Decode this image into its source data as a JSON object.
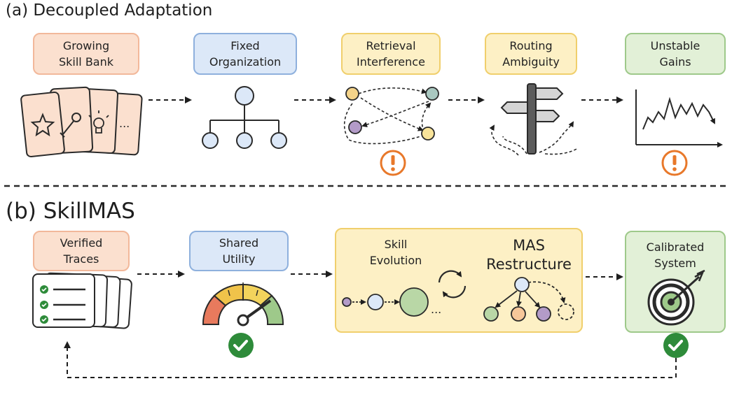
{
  "section_a": {
    "title": "(a) Decoupled Adaptation",
    "steps": [
      {
        "line1": "Growing",
        "line2": "Skill Bank"
      },
      {
        "line1": "Fixed",
        "line2": "Organization"
      },
      {
        "line1": "Retrieval",
        "line2": "Interference"
      },
      {
        "line1": "Routing",
        "line2": "Ambiguity"
      },
      {
        "line1": "Unstable",
        "line2": "Gains"
      }
    ],
    "ellipsis": "..."
  },
  "section_b": {
    "title": "(b) SkillMAS",
    "steps": [
      {
        "line1": "Verified",
        "line2": "Traces"
      },
      {
        "line1": "Shared",
        "line2": "Utility"
      },
      {
        "line1": "Calibrated",
        "line2": "System"
      }
    ],
    "evolution": {
      "line1": "Skill",
      "line2": "Evolution"
    },
    "restructure": {
      "line1": "MAS",
      "line2": "Restructure"
    },
    "ellipsis": "..."
  },
  "colors": {
    "orange": "#fbe0cf",
    "blue": "#dce8f8",
    "yellow": "#fdf0c5",
    "green": "#e2f0d7",
    "warning": "#e8782a",
    "check": "#2e8b3a"
  }
}
